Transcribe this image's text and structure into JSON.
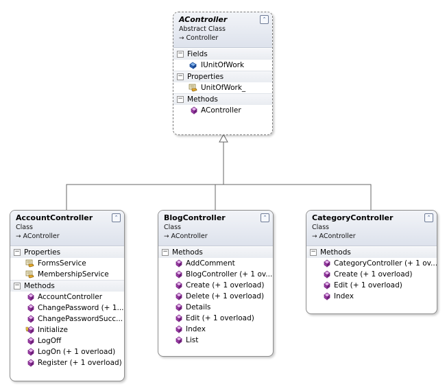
{
  "colors": {
    "method_icon": "#9b3aa6",
    "property_icon": "#d9a21c",
    "field_icon": "#2d62b5",
    "header_gradient": "#dde2ec",
    "connector": "#666666"
  },
  "icons": {
    "collapse": "double-chevron-up-icon",
    "method": "method-cube-icon",
    "property": "property-hand-icon",
    "field": "field-icon",
    "inherits": "inherits-arrow-icon"
  },
  "collapse_glyph": "⌃",
  "base_arrow_glyph": "→",
  "classes": [
    {
      "name": "AController",
      "stereotype": "Abstract Class",
      "base": "Controller",
      "sections": [
        {
          "title": "Fields",
          "members": [
            {
              "name": "IUnitOfWork",
              "kind": "field"
            }
          ]
        },
        {
          "title": "Properties",
          "members": [
            {
              "name": "UnitOfWork_",
              "kind": "property"
            }
          ]
        },
        {
          "title": "Methods",
          "members": [
            {
              "name": "AController",
              "kind": "method"
            }
          ]
        }
      ]
    },
    {
      "name": "AccountController",
      "stereotype": "Class",
      "base": "AController",
      "sections": [
        {
          "title": "Properties",
          "members": [
            {
              "name": "FormsService",
              "kind": "property"
            },
            {
              "name": "MembershipService",
              "kind": "property"
            }
          ]
        },
        {
          "title": "Methods",
          "members": [
            {
              "name": "AccountController",
              "kind": "method"
            },
            {
              "name": "ChangePassword (+ 1...",
              "kind": "method"
            },
            {
              "name": "ChangePasswordSucc...",
              "kind": "method"
            },
            {
              "name": "Initialize",
              "kind": "method-protected"
            },
            {
              "name": "LogOff",
              "kind": "method"
            },
            {
              "name": "LogOn (+ 1 overload)",
              "kind": "method"
            },
            {
              "name": "Register (+ 1 overload)",
              "kind": "method"
            }
          ]
        }
      ]
    },
    {
      "name": "BlogController",
      "stereotype": "Class",
      "base": "AController",
      "sections": [
        {
          "title": "Methods",
          "members": [
            {
              "name": "AddComment",
              "kind": "method"
            },
            {
              "name": "BlogController (+ 1 ov...",
              "kind": "method"
            },
            {
              "name": "Create (+ 1 overload)",
              "kind": "method"
            },
            {
              "name": "Delete (+ 1 overload)",
              "kind": "method"
            },
            {
              "name": "Details",
              "kind": "method"
            },
            {
              "name": "Edit (+ 1 overload)",
              "kind": "method"
            },
            {
              "name": "Index",
              "kind": "method"
            },
            {
              "name": "List",
              "kind": "method"
            }
          ]
        }
      ]
    },
    {
      "name": "CategoryController",
      "stereotype": "Class",
      "base": "AController",
      "sections": [
        {
          "title": "Methods",
          "members": [
            {
              "name": "CategoryController (+ 1 ov...",
              "kind": "method"
            },
            {
              "name": "Create (+ 1 overload)",
              "kind": "method"
            },
            {
              "name": "Edit (+ 1 overload)",
              "kind": "method"
            },
            {
              "name": "Index",
              "kind": "method"
            }
          ]
        }
      ]
    }
  ]
}
